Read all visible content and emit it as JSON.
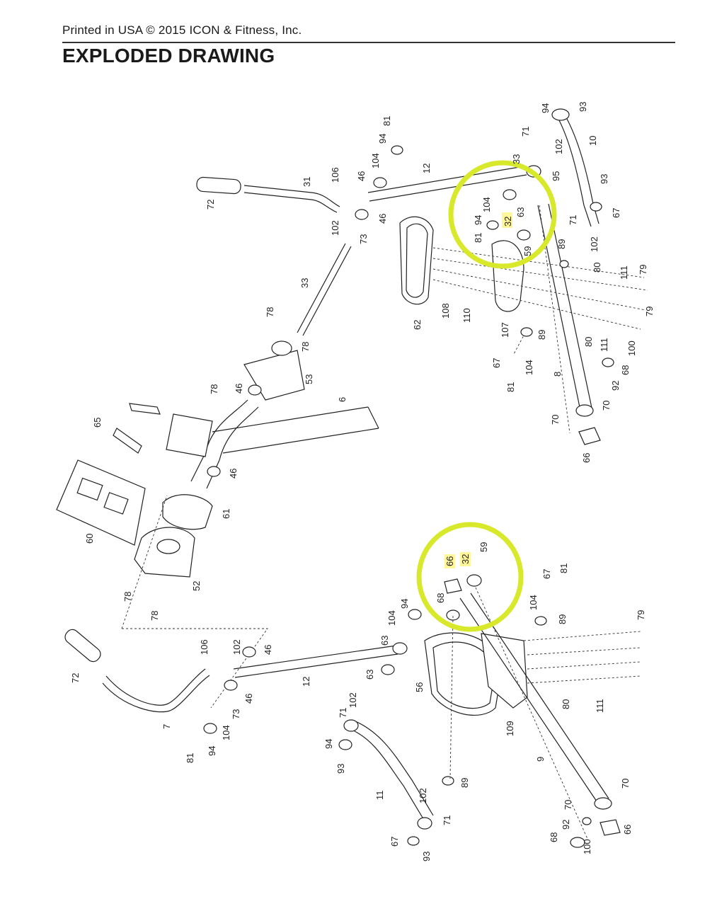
{
  "header": {
    "printed": "Printed in USA © 2015 ICON & Fitness, Inc.",
    "title": "EXPLODED DRAWING"
  },
  "highlight_color": "#d8e82a",
  "highlight_label_color": "#fff59a",
  "callouts": {
    "c94a": "94",
    "c93a": "93",
    "c81a": "81",
    "c94b": "94",
    "c10a": "10",
    "c71a": "71",
    "c102a": "102",
    "c33a": "33",
    "c95a": "95",
    "c93b": "93",
    "c67a": "67",
    "c12a": "12",
    "c104a": "104",
    "c46a": "46",
    "c106a": "106",
    "c31a": "31",
    "c72a": "72",
    "c46b": "46",
    "c73a": "73",
    "c102b": "102",
    "c104b": "104",
    "c94c": "94",
    "c81b": "81",
    "c32a": "32",
    "c63a": "63",
    "c59a": "59",
    "c71b": "71",
    "c102c": "102",
    "c89a": "89",
    "c80a": "80",
    "c111a": "111",
    "c79a": "79",
    "c62a": "62",
    "c108a": "108",
    "c110a": "110",
    "c107a": "107",
    "c89b": "89",
    "c79b": "79",
    "c80b": "80",
    "c111b": "111",
    "c100a": "100",
    "c68a": "68",
    "c92a": "92",
    "c70a": "70",
    "c67b": "67",
    "c81c": "81",
    "c104c": "104",
    "c8a": "8",
    "c70b": "70",
    "c66a": "66",
    "c33b": "33",
    "c78a": "78",
    "c78b": "78",
    "c53a": "53",
    "c78c": "78",
    "c46c": "46",
    "c6a": "6",
    "c65a": "65",
    "c46d": "46",
    "c61a": "61",
    "c60a": "60",
    "c52a": "52",
    "c78d": "78",
    "c78e": "78",
    "c66b": "66",
    "c32b": "32",
    "c59b": "59",
    "c67c": "67",
    "c81d": "81",
    "c68b": "68",
    "c94d": "94",
    "c104d": "104",
    "c89c": "89",
    "c79c": "79",
    "c104e": "104",
    "c63b": "63",
    "c102d": "102",
    "c46e": "46",
    "c106b": "106",
    "c72b": "72",
    "c12b": "12",
    "c63c": "63",
    "c56a": "56",
    "c46f": "46",
    "c73b": "73",
    "c102e": "102",
    "c71c": "71",
    "c80c": "80",
    "c111c": "111",
    "c7a": "7",
    "c104f": "104",
    "c94e": "94",
    "c81e": "81",
    "c109a": "109",
    "c9a": "9",
    "c94f": "94",
    "c93c": "93",
    "c89d": "89",
    "c70c": "70",
    "c11a": "11",
    "c102f": "102",
    "c71d": "71",
    "c70d": "70",
    "c92b": "92",
    "c68c": "68",
    "c66c": "66",
    "c100b": "100",
    "c67d": "67",
    "c93d": "93"
  }
}
